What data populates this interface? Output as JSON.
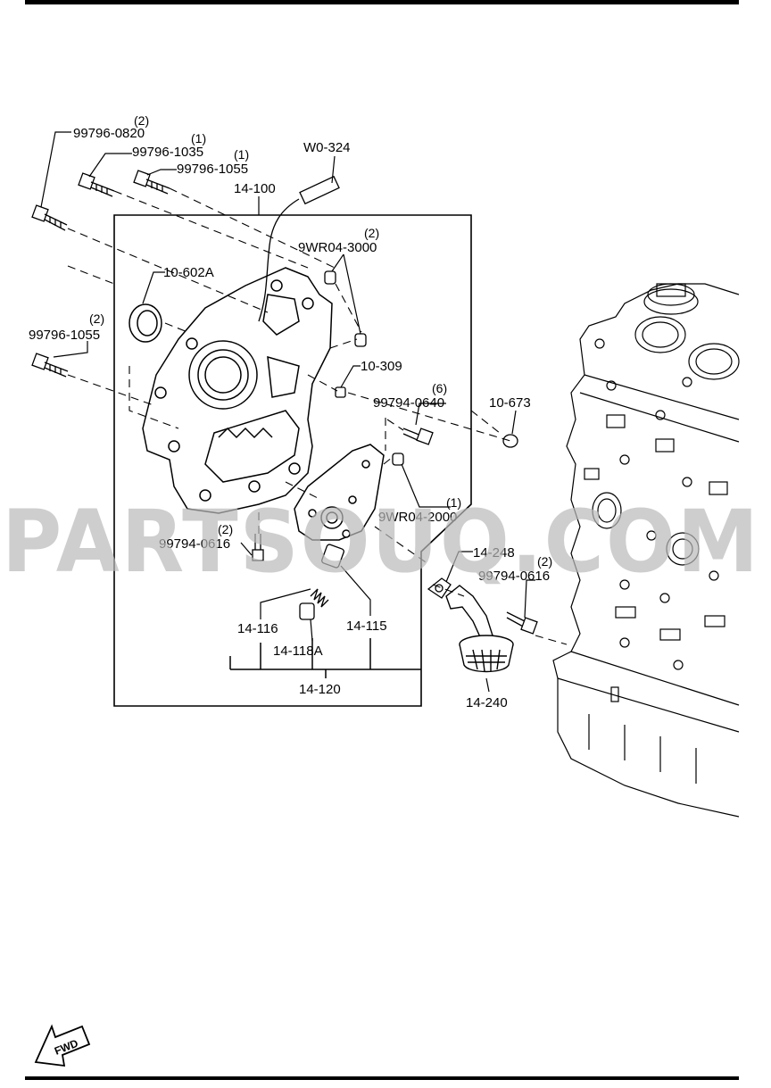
{
  "diagram": {
    "watermark": "PARTSOUQ.COM",
    "fwd_label": "FWD",
    "callouts": [
      {
        "id": "99796-0820",
        "part": "99796-0820",
        "qty": "(2)"
      },
      {
        "id": "99796-1035",
        "part": "99796-1035",
        "qty": "(1)"
      },
      {
        "id": "99796-1055-top",
        "part": "99796-1055",
        "qty": "(1)"
      },
      {
        "id": "w0-324",
        "part": "W0-324",
        "qty": ""
      },
      {
        "id": "14-100",
        "part": "14-100",
        "qty": ""
      },
      {
        "id": "9wr04-3000",
        "part": "9WR04-3000",
        "qty": "(2)"
      },
      {
        "id": "10-602a",
        "part": "10-602A",
        "qty": ""
      },
      {
        "id": "99796-1055-left",
        "part": "99796-1055",
        "qty": "(2)"
      },
      {
        "id": "10-309",
        "part": "10-309",
        "qty": ""
      },
      {
        "id": "99794-0640",
        "part": "99794-0640",
        "qty": "(6)"
      },
      {
        "id": "10-673",
        "part": "10-673",
        "qty": ""
      },
      {
        "id": "9wr04-2000",
        "part": "9WR04-2000",
        "qty": "(1)"
      },
      {
        "id": "99794-0616-left",
        "part": "99794-0616",
        "qty": "(2)"
      },
      {
        "id": "14-248",
        "part": "14-248",
        "qty": ""
      },
      {
        "id": "99794-0616-right",
        "part": "99794-0616",
        "qty": "(2)"
      },
      {
        "id": "14-116",
        "part": "14-116",
        "qty": ""
      },
      {
        "id": "14-115",
        "part": "14-115",
        "qty": ""
      },
      {
        "id": "14-118a",
        "part": "14-118A",
        "qty": ""
      },
      {
        "id": "14-120",
        "part": "14-120",
        "qty": ""
      },
      {
        "id": "14-240",
        "part": "14-240",
        "qty": ""
      }
    ]
  }
}
